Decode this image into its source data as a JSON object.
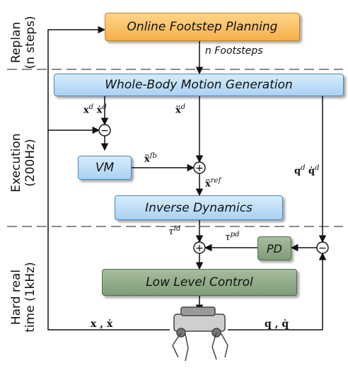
{
  "boxes": {
    "footstep_planning": "Online Footstep Planning",
    "wbmg": "Whole-Body Motion Generation",
    "vm": "VM",
    "inverse_dynamics": "Inverse Dynamics",
    "pd": "PD",
    "low_level_control": "Low Level Control"
  },
  "side_labels": {
    "replan_1": "Replan",
    "replan_2": "(n steps)",
    "exec_1": "Execution",
    "exec_2": "(200Hz)",
    "hard_1": "Hard real",
    "hard_2": "time (1kHz)"
  },
  "edge_labels": {
    "n_footsteps": "n Footsteps",
    "x_d": "x",
    "x_d_sup": "d",
    "xdot_d": "ẋ",
    "xdot_d_sup": "d",
    "xddot_d": "ẍ",
    "xddot_d_sup": "d",
    "xddot_fb": "ẍ",
    "xddot_fb_sup": "fb",
    "xddot_ref": "ẍ",
    "xddot_ref_sup": "ref",
    "q_d": "q",
    "q_d_sup": "d",
    "qdot_d": "q̇",
    "qdot_d_sup": "d",
    "tau_id": "τ",
    "tau_id_sup": "id",
    "tau_pd": "τ",
    "tau_pd_sup": "pd",
    "x_state": "x , ẋ",
    "q_state": "q , q̇"
  },
  "junction_signs": {
    "minus": "−",
    "plus": "+"
  },
  "colors": {
    "blue_box": "#a9d2f3",
    "orange_box": "#f5b04b",
    "green_box": "#7f9c78"
  }
}
